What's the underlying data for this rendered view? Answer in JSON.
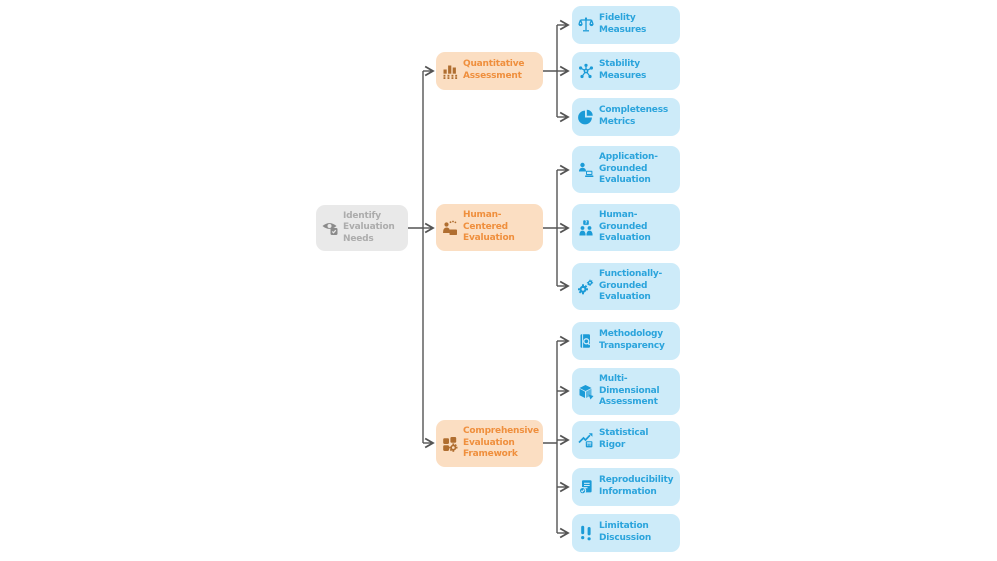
{
  "diagram": {
    "root": {
      "label": "Identify Evaluation Needs",
      "icon": "eye-check-icon"
    },
    "branches": [
      {
        "label": "Quantitative Assessment",
        "icon": "bar-chart-icon",
        "children": [
          {
            "label": "Fidelity Measures",
            "icon": "balance-scales-icon"
          },
          {
            "label": "Stability Measures",
            "icon": "network-nodes-icon"
          },
          {
            "label": "Completeness Metrics",
            "icon": "pie-chart-icon"
          }
        ]
      },
      {
        "label": "Human-Centered Evaluation",
        "icon": "presenter-icon",
        "children": [
          {
            "label": "Application-Grounded Evaluation",
            "icon": "person-laptop-icon"
          },
          {
            "label": "Human-Grounded Evaluation",
            "icon": "people-question-icon"
          },
          {
            "label": "Functionally-Grounded Evaluation",
            "icon": "gears-icon"
          }
        ]
      },
      {
        "label": "Comprehensive Evaluation Framework",
        "icon": "puzzle-gear-icon",
        "children": [
          {
            "label": "Methodology Transparency",
            "icon": "book-magnifier-icon"
          },
          {
            "label": "Multi-Dimensional Assessment",
            "icon": "cube-icon"
          },
          {
            "label": "Statistical Rigor",
            "icon": "trend-calculator-icon"
          },
          {
            "label": "Reproducibility Information",
            "icon": "document-check-icon"
          },
          {
            "label": "Limitation Discussion",
            "icon": "double-exclamation-icon"
          }
        ]
      }
    ],
    "colors": {
      "background": "#FFFFFF",
      "root_fill": "#E9E9E9",
      "root_text": "#ACACAC",
      "root_icon": "#8A8A8A",
      "branch_fill": "#FBDEC2",
      "branch_text": "#EF8F3D",
      "branch_icon": "#B06E30",
      "leaf_fill": "#CDEBF9",
      "leaf_text": "#2BA4DC",
      "leaf_icon": "#1B9BD7",
      "connector": "#545454"
    }
  }
}
